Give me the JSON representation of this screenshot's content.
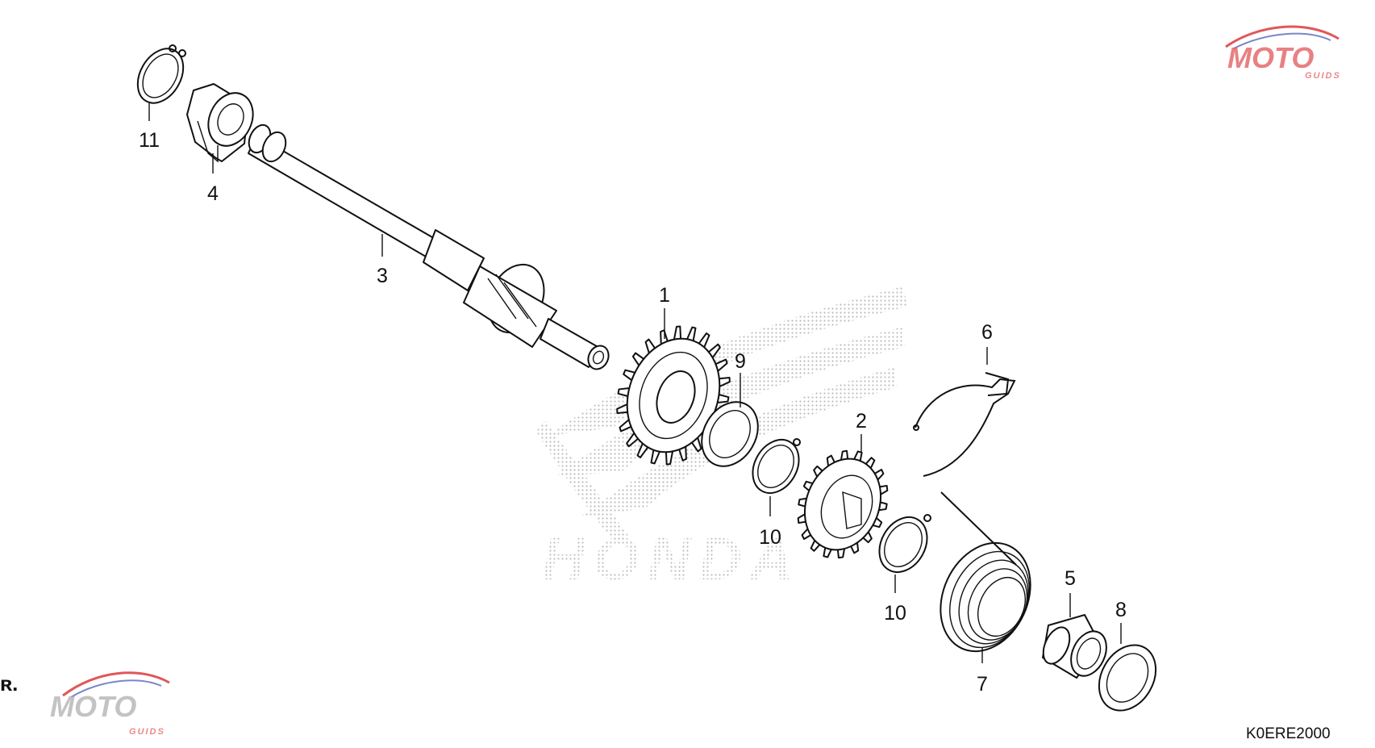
{
  "diagram": {
    "code": "K0ERE2000",
    "watermark_center": "HONDA",
    "watermark_logo_main": "MOTO",
    "watermark_logo_sub": "GUIDS",
    "callouts": [
      {
        "id": "c1",
        "label": "1"
      },
      {
        "id": "c2",
        "label": "2"
      },
      {
        "id": "c3",
        "label": "3"
      },
      {
        "id": "c4",
        "label": "4"
      },
      {
        "id": "c5",
        "label": "5"
      },
      {
        "id": "c6",
        "label": "6"
      },
      {
        "id": "c7",
        "label": "7"
      },
      {
        "id": "c8",
        "label": "8"
      },
      {
        "id": "c9",
        "label": "9"
      },
      {
        "id": "c10a",
        "label": "10"
      },
      {
        "id": "c10b",
        "label": "10"
      },
      {
        "id": "c11",
        "label": "11"
      }
    ]
  },
  "colors": {
    "line": "#111111",
    "watermark_dots": "#b9b9b9",
    "logo_red": "#e0575a",
    "logo_blue": "#7b86c9"
  }
}
